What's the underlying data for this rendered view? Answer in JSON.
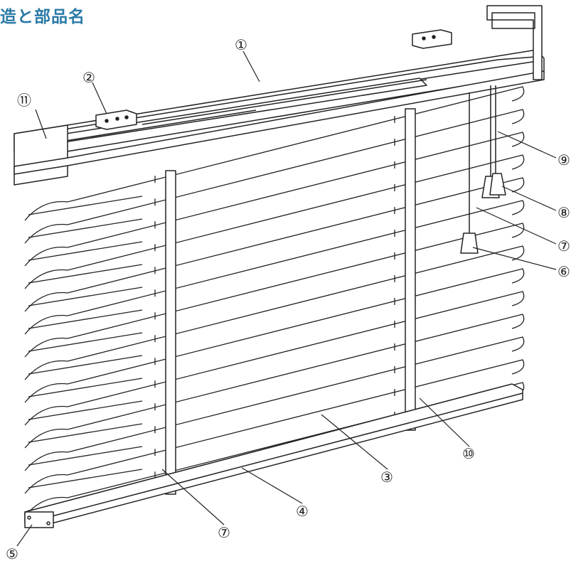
{
  "title": "造と部品名",
  "callouts": [
    {
      "id": "c1",
      "label": "①"
    },
    {
      "id": "c2",
      "label": "②"
    },
    {
      "id": "c11",
      "label": "⑪"
    },
    {
      "id": "c9",
      "label": "⑨"
    },
    {
      "id": "c8",
      "label": "⑧"
    },
    {
      "id": "c7a",
      "label": "⑦"
    },
    {
      "id": "c6",
      "label": "⑥"
    },
    {
      "id": "c10",
      "label": "⑩"
    },
    {
      "id": "c3",
      "label": "③"
    },
    {
      "id": "c4",
      "label": "④"
    },
    {
      "id": "c7b",
      "label": "⑦"
    },
    {
      "id": "c5",
      "label": "⑤"
    }
  ],
  "colors": {
    "title": "#2a7aa6",
    "line": "#222222"
  }
}
